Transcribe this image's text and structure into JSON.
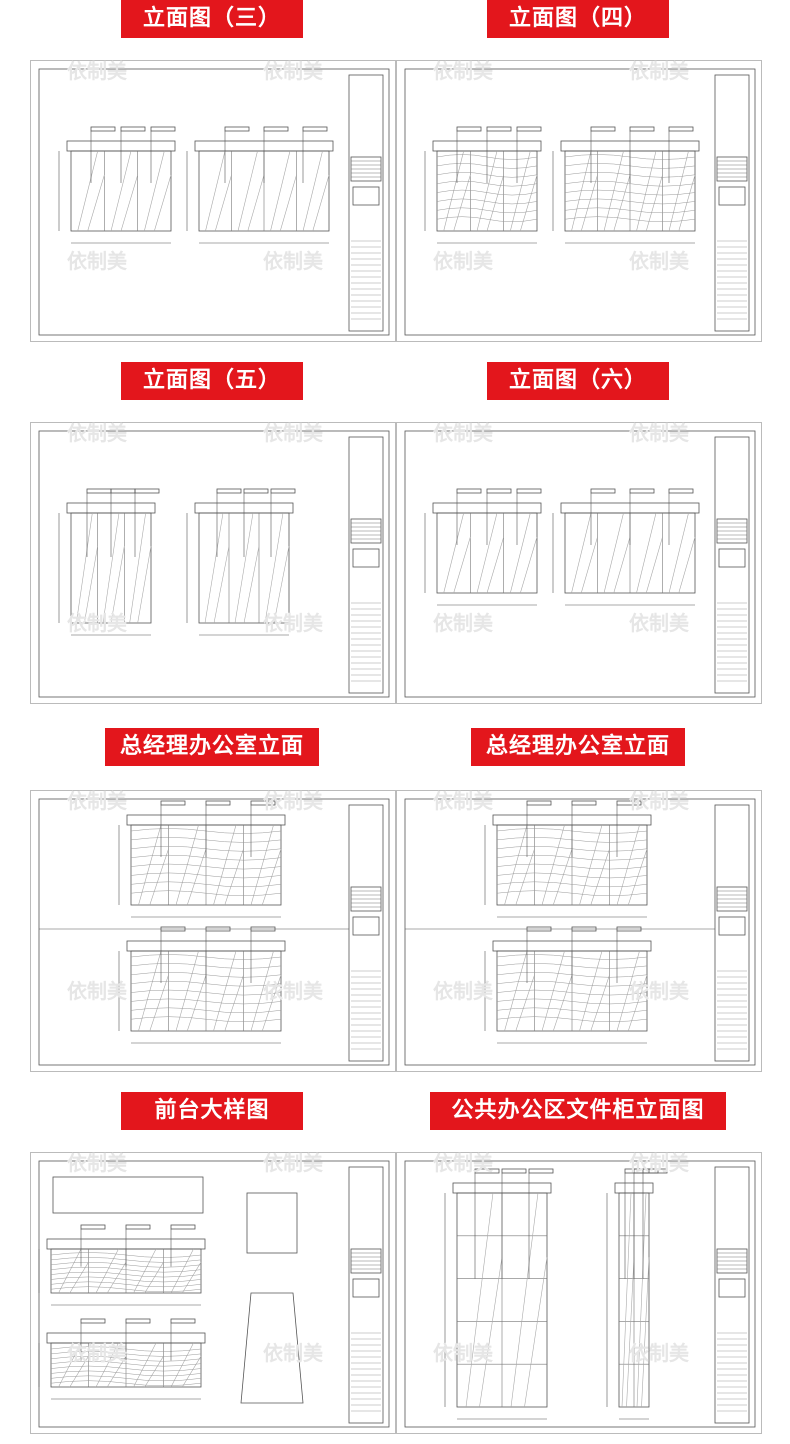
{
  "sections": [
    {
      "title": "立面图（三）",
      "variant": "a"
    },
    {
      "title": "立面图（四）",
      "variant": "b"
    },
    {
      "title": "立面图（五）",
      "variant": "c"
    },
    {
      "title": "立面图（六）",
      "variant": "d"
    },
    {
      "title": "总经理办公室立面",
      "variant": "e"
    },
    {
      "title": "总经理办公室立面",
      "variant": "e"
    },
    {
      "title": "前台大样图",
      "variant": "f"
    },
    {
      "title": "公共办公区文件柜立面图",
      "variant": "g"
    }
  ],
  "watermark": "依制美",
  "colors": {
    "label_bg": "#e3161c",
    "line": "#555555"
  }
}
